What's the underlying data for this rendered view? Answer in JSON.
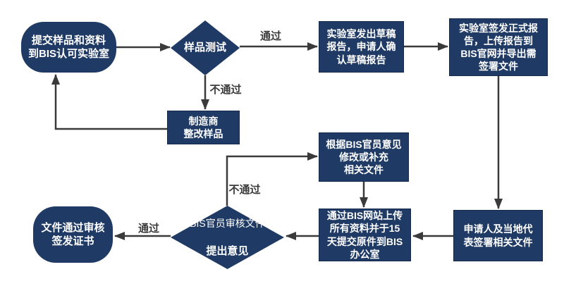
{
  "colors": {
    "node_fill": "#1f3a64",
    "node_text": "#ffffff",
    "arrow": "#3a3a3a",
    "label_text": "#3a3a3a",
    "background": "#ffffff"
  },
  "nodes": {
    "submit": {
      "text": "提交样品和资料\n到BIS认可实验室"
    },
    "sample_test": {
      "text": "样品测试"
    },
    "draft_report": {
      "text": "实验室发出草稿\n报告，申请人确\n认草稿报告"
    },
    "formal_report": {
      "text": "实验室签发正式报\n告，上传报告到\nBIS官网并导出需\n签署文件"
    },
    "rectify": {
      "text": "制造商\n整改样品"
    },
    "modify_docs": {
      "text": "根据BIS官员意见\n修改或补充\n相关文件"
    },
    "upload_docs": {
      "text": "通过BIS网站上传\n所有资料并于15\n天提交原件到BIS\n办公室"
    },
    "sign_docs": {
      "text": "申请人及当地代\n表签署相关文件"
    },
    "review": {
      "line1": "BIS官员审核文件",
      "line2": "提出意见"
    },
    "certificate": {
      "text": "文件通过审核\n签发证书"
    }
  },
  "edge_labels": {
    "test_pass": "通过",
    "test_fail": "不通过",
    "review_pass": "通过",
    "review_fail": "不通过"
  }
}
